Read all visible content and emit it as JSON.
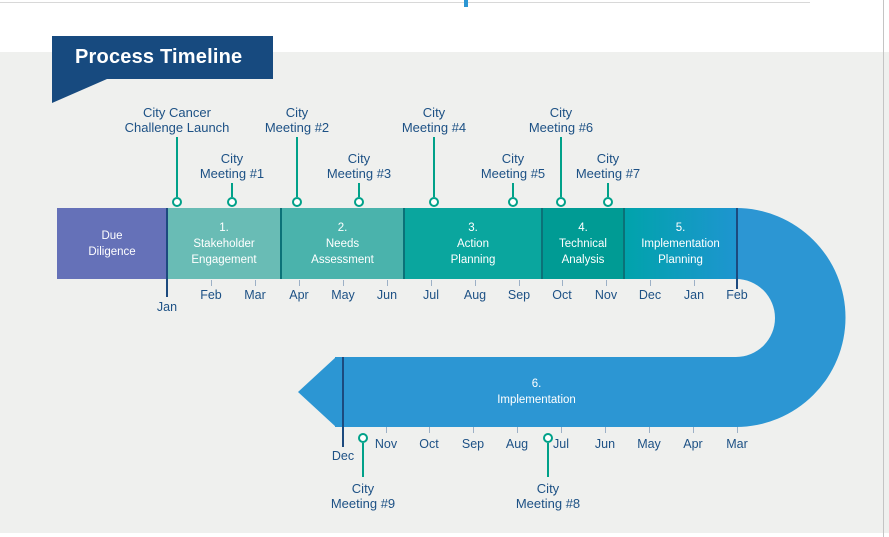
{
  "page": {
    "bg_top": "#ffffff",
    "panel_bg": "#eff0ee",
    "right_border": "#c4c4c4",
    "top_hairline": "#d8d8d8",
    "artifact_blue": "#2c96d3"
  },
  "title": {
    "text": "Process Timeline",
    "bg": "#174a7f",
    "text_color": "#ffffff"
  },
  "colors": {
    "navy_text": "#1d5185",
    "navy_line": "#1c4a7e",
    "teal_marker": "#00a189",
    "tick": "#9cb0c6",
    "divider": "#0b7278",
    "due_purple": "#6571b8",
    "phase1": "#69bcb5",
    "phase2": "#4ab3ac",
    "phase3": "#0aa69e",
    "phase4": "#009b94",
    "phase5_start": "#00a3ab",
    "phase5_end": "#1e95d0",
    "curve_blue": "#2c96d3"
  },
  "phases": [
    {
      "num": "",
      "line1": "Due",
      "line2": "Diligence"
    },
    {
      "num": "1.",
      "line1": "Stakeholder",
      "line2": "Engagement"
    },
    {
      "num": "2.",
      "line1": "Needs",
      "line2": "Assessment"
    },
    {
      "num": "3.",
      "line1": "Action",
      "line2": "Planning"
    },
    {
      "num": "4.",
      "line1": "Technical",
      "line2": "Analysis"
    },
    {
      "num": "5.",
      "line1": "Implementation",
      "line2": "Planning"
    },
    {
      "num": "6.",
      "line1": "Implementation"
    }
  ],
  "months_top": [
    "Jan",
    "Feb",
    "Mar",
    "Apr",
    "May",
    "Jun",
    "Jul",
    "Aug",
    "Sep",
    "Oct",
    "Nov",
    "Dec",
    "Jan",
    "Feb"
  ],
  "months_bottom": [
    "Dec",
    "Nov",
    "Oct",
    "Sep",
    "Aug",
    "Jul",
    "Jun",
    "May",
    "Apr",
    "Mar"
  ],
  "top_markers": [
    {
      "line1": "City Cancer",
      "line2": "Challenge Launch",
      "length": "long"
    },
    {
      "line1": "City",
      "line2": "Meeting #1",
      "length": "short"
    },
    {
      "line1": "City",
      "line2": "Meeting #2",
      "length": "long"
    },
    {
      "line1": "City",
      "line2": "Meeting #3",
      "length": "short"
    },
    {
      "line1": "City",
      "line2": "Meeting #4",
      "length": "long"
    },
    {
      "line1": "City",
      "line2": "Meeting #5",
      "length": "short"
    },
    {
      "line1": "City",
      "line2": "Meeting #6",
      "length": "long"
    },
    {
      "line1": "City",
      "line2": "Meeting #7",
      "length": "short"
    }
  ],
  "bottom_markers": [
    {
      "line1": "City",
      "line2": "Meeting #9"
    },
    {
      "line1": "City",
      "line2": "Meeting #8"
    }
  ]
}
